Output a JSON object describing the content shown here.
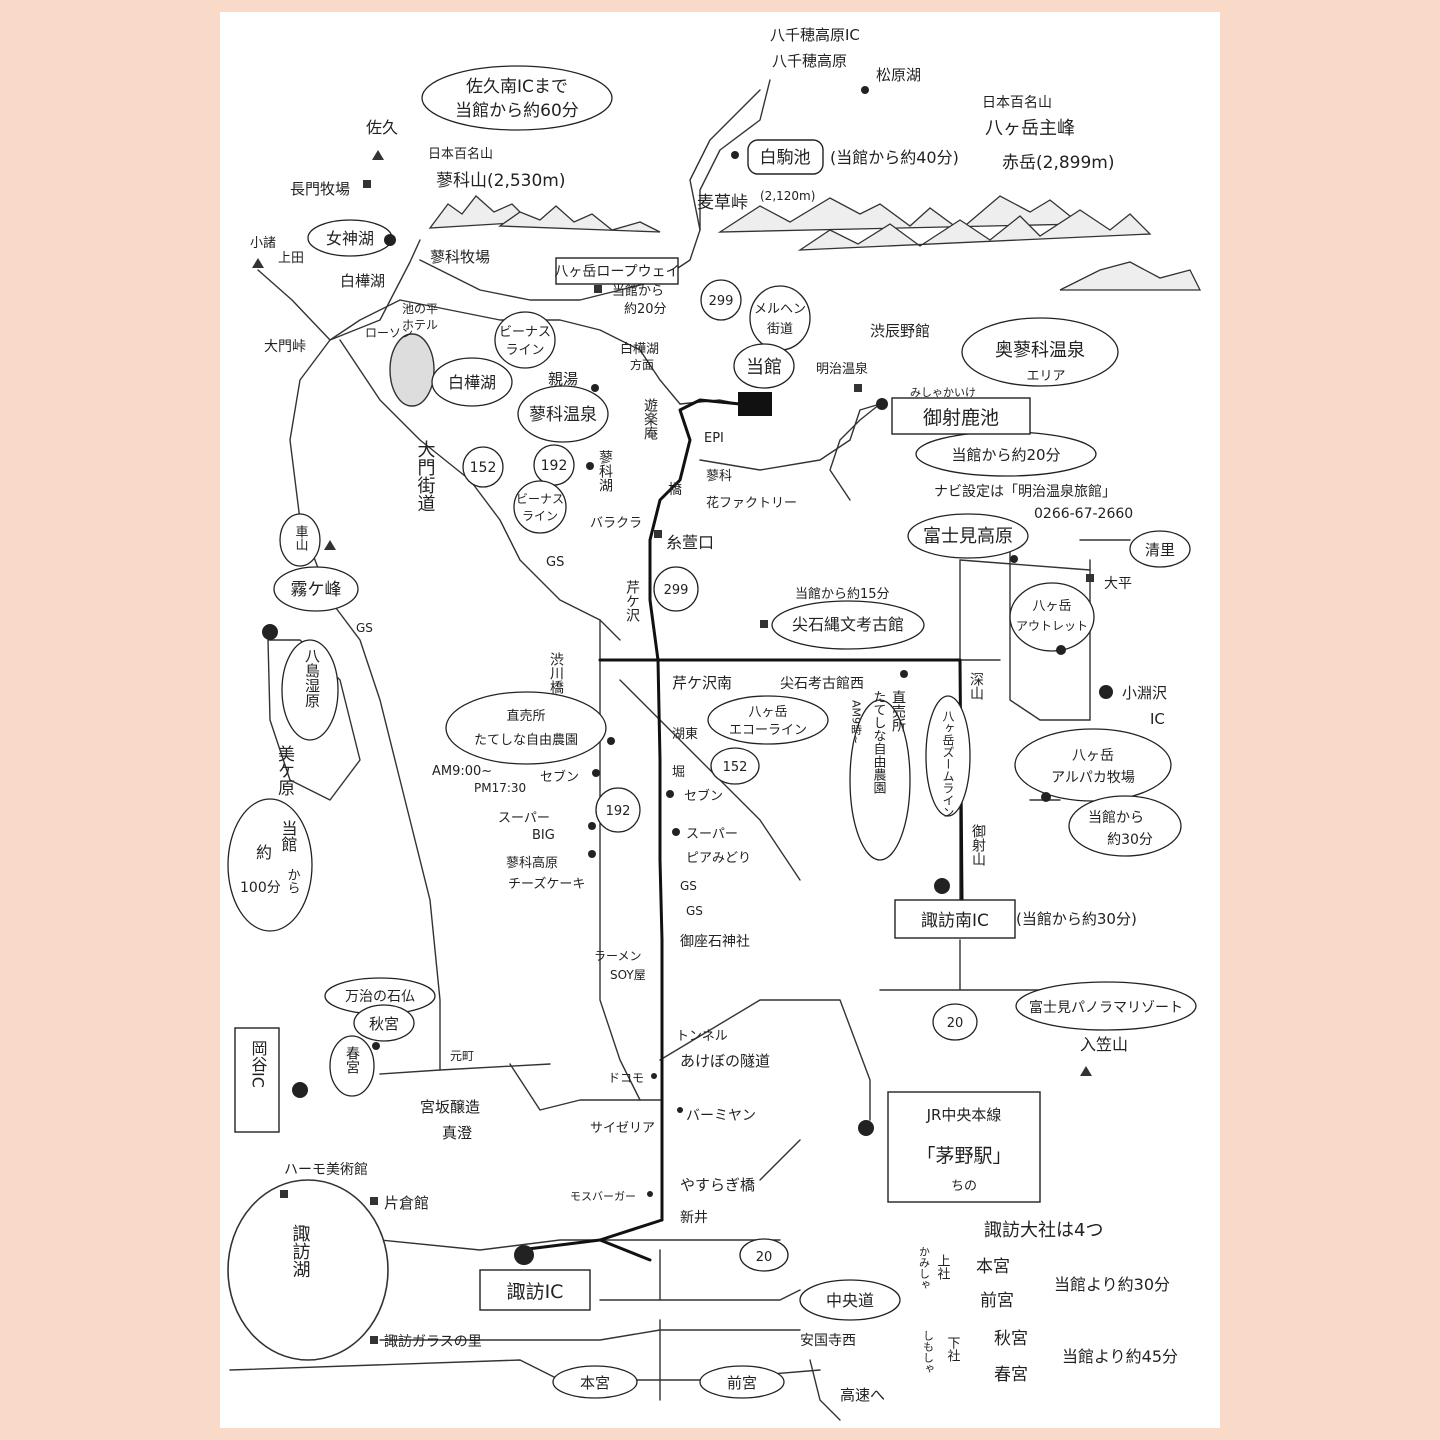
{
  "labels": {
    "saku_ic_time_1": "佐久南ICまで",
    "saku_ic_time_2": "当館から約60分",
    "saku": "佐久",
    "hyakumeizan_1": "日本百名山",
    "tateshina_yama": "蓼科山(2,530m)",
    "nagato_bokujo": "長門牧場",
    "megami_ko": "女神湖",
    "komoro_1": "小諸",
    "komoro_2": "上田",
    "shirakaba_ko_top": "白樺湖",
    "tateshina_bokujo": "蓼科牧場",
    "yatsugatake_ropeway": "八ヶ岳ロープウェイ",
    "ropeway_time_1": "当館から",
    "ropeway_time_2": "約20分",
    "ikenotaira_1": "池の平",
    "ikenotaira_2": "ホテル",
    "lawson": "ローソン",
    "venus_line_1": "ビーナス",
    "venus_line_2": "ライン",
    "omon_toge": "大門峠",
    "shirakabako_bubble": "白樺湖",
    "shinyu": "親湯",
    "tateshina_onsen": "蓼科温泉",
    "omon_kaido": "大門街道",
    "r152": "152",
    "r192": "192",
    "venus_line_b_1": "ビーナス",
    "venus_line_b_2": "ライン",
    "tateshinako": "蓼科湖",
    "baraclara": "バラクラ",
    "gs": "GS",
    "yachiho_ic": "八千穂高原IC",
    "yachiho_kogen": "八千穂高原",
    "matsubarako": "松原湖",
    "shirakomaike": "白駒池",
    "shirakomaike_time": "(当館から約40分)",
    "hyakumeizan_2": "日本百名山",
    "yatsugatake_shuho": "八ヶ岳主峰",
    "akadake": "赤岳(2,899m)",
    "mugikusa_toge": "麦草峠",
    "mugikusa_alt": "(2,120m)",
    "r299_top": "299",
    "meruhen_1": "メルヘン",
    "meruhen_2": "街道",
    "toukan": "当館",
    "shirakabako_dir_1": "白樺湖",
    "shirakabako_dir_2": "方面",
    "yurakuan": "遊楽庵",
    "epi": "EPI",
    "hana_factory_1": "蓼科",
    "hana_factory_2": "花ファクトリー",
    "shibu_tatsuno": "渋辰野館",
    "okutateshina_1": "奥蓼科温泉",
    "okutateshina_2": "エリア",
    "meiji_onsen": "明治温泉",
    "mishakaike_kana": "みしゃかいけ",
    "mishakaike": "御射鹿池",
    "mishakaike_time": "当館から約20分",
    "navi": "ナビ設定は「明治温泉旅館」",
    "phone": "0266-67-2660",
    "hashi": "橋",
    "tsutsumiguchi": "糸萱口",
    "fujimi_kogen": "富士見高原",
    "kiyosato": "清里",
    "tairadaira": "大平",
    "chinogasawa": "芹ケ沢",
    "r299_mid": "299",
    "togariishi_time": "当館から約15分",
    "togariishi_museum": "尖石縄文考古館",
    "yatsu_outlet_1": "八ヶ岳",
    "yatsu_outlet_2": "アウトレット",
    "kobuchizawa_1": "小淵沢",
    "kobuchizawa_2": "IC",
    "shibukawa_bashi": "渋川橋",
    "chinogasawa_minami": "芹ケ沢南",
    "togariishi_nishi": "尖石考古館西",
    "fukayama": "深山",
    "chokubai_1": "直売所",
    "chokubai_2": "たてしな自由農園",
    "eco_line_1": "八ヶ岳",
    "eco_line_2": "エコーライン",
    "chokubai_v_1": "直売所",
    "chokubai_v_2": "たてしな自由農園",
    "am9": "AM9時~",
    "zoom_line": "八ヶ岳ズームライン",
    "alpaca_1": "八ヶ岳",
    "alpaca_2": "アルパカ牧場",
    "alpaca_time_1": "当館から",
    "alpaca_time_2": "約30分",
    "hours_1": "AM9:00~",
    "hours_2": "PM17:30",
    "seven_left": "セブン",
    "kotou": "湖東",
    "hori": "堀",
    "r152_mid": "152",
    "seven_right": "セブン",
    "super_big_1": "スーパー",
    "super_big_2": "BIG",
    "r192_mid": "192",
    "super_pia_1": "スーパー",
    "super_pia_2": "ピアみどり",
    "cheesecake_1": "蓼科高原",
    "cheesecake_2": "チーズケーキ",
    "gs_a": "GS",
    "gs_b": "GS",
    "mishayama": "御射山",
    "suwaminami_ic": "諏訪南IC",
    "suwaminami_time": "(当館から約30分)",
    "misakujinja": "御座石神社",
    "ramen_1": "ラーメン",
    "ramen_2": "SOY屋",
    "kurumayama": "車山",
    "kirigamine": "霧ケ峰",
    "gs_left": "GS",
    "yashima_onsen": "八島湿原",
    "utsukushigahara": "美ケ原",
    "utsukushi_time_1": "当館",
    "utsukushi_time_2": "から",
    "utsukushi_time_3": "約",
    "utsukushi_time_4": "100分",
    "manji": "万治の石仏",
    "akimiya": "秋宮",
    "harumiya": "春宮",
    "okaya_ic": "岡谷IC",
    "motomachi": "元町",
    "miyasaka": "宮坂醸造",
    "masumi": "真澄",
    "r20_right": "20",
    "fujimi_panorama": "富士見パノラマリゾート",
    "nyukasa": "入笠山",
    "tunnel_1": "トンネル",
    "tunnel_2": "あけぼの隧道",
    "docomo": "ドコモ",
    "saizeriya": "サイゼリア",
    "bamiyan": "バーミヤン",
    "jr_1": "JR中央本線",
    "jr_2": "「茅野駅」",
    "jr_3": "ちの",
    "harmo": "ハーモ美術館",
    "katakurakan": "片倉館",
    "suwako": "諏訪湖",
    "yasuragi": "やすらぎ橋",
    "mos": "モスバーガー",
    "arai": "新井",
    "r20_bottom": "20",
    "suwa_ic": "諏訪IC",
    "chuodo": "中央道",
    "ankokuji": "安国寺西",
    "glass": "諏訪ガラスの里",
    "honmiya": "本宮",
    "maemiya": "前宮",
    "koso": "高速へ",
    "taisha_head": "諏訪大社は4つ",
    "kamisha_kana": "かみしゃ",
    "kamisha": "上社",
    "honmiya_r": "本宮",
    "maemiya_r": "前宮",
    "kamisha_time": "当館より約30分",
    "shimosha_kana": "しもしゃ",
    "shimosha": "下社",
    "akimiya_r": "秋宮",
    "harumiya_r": "春宮",
    "shimosha_time": "当館より約45分"
  }
}
